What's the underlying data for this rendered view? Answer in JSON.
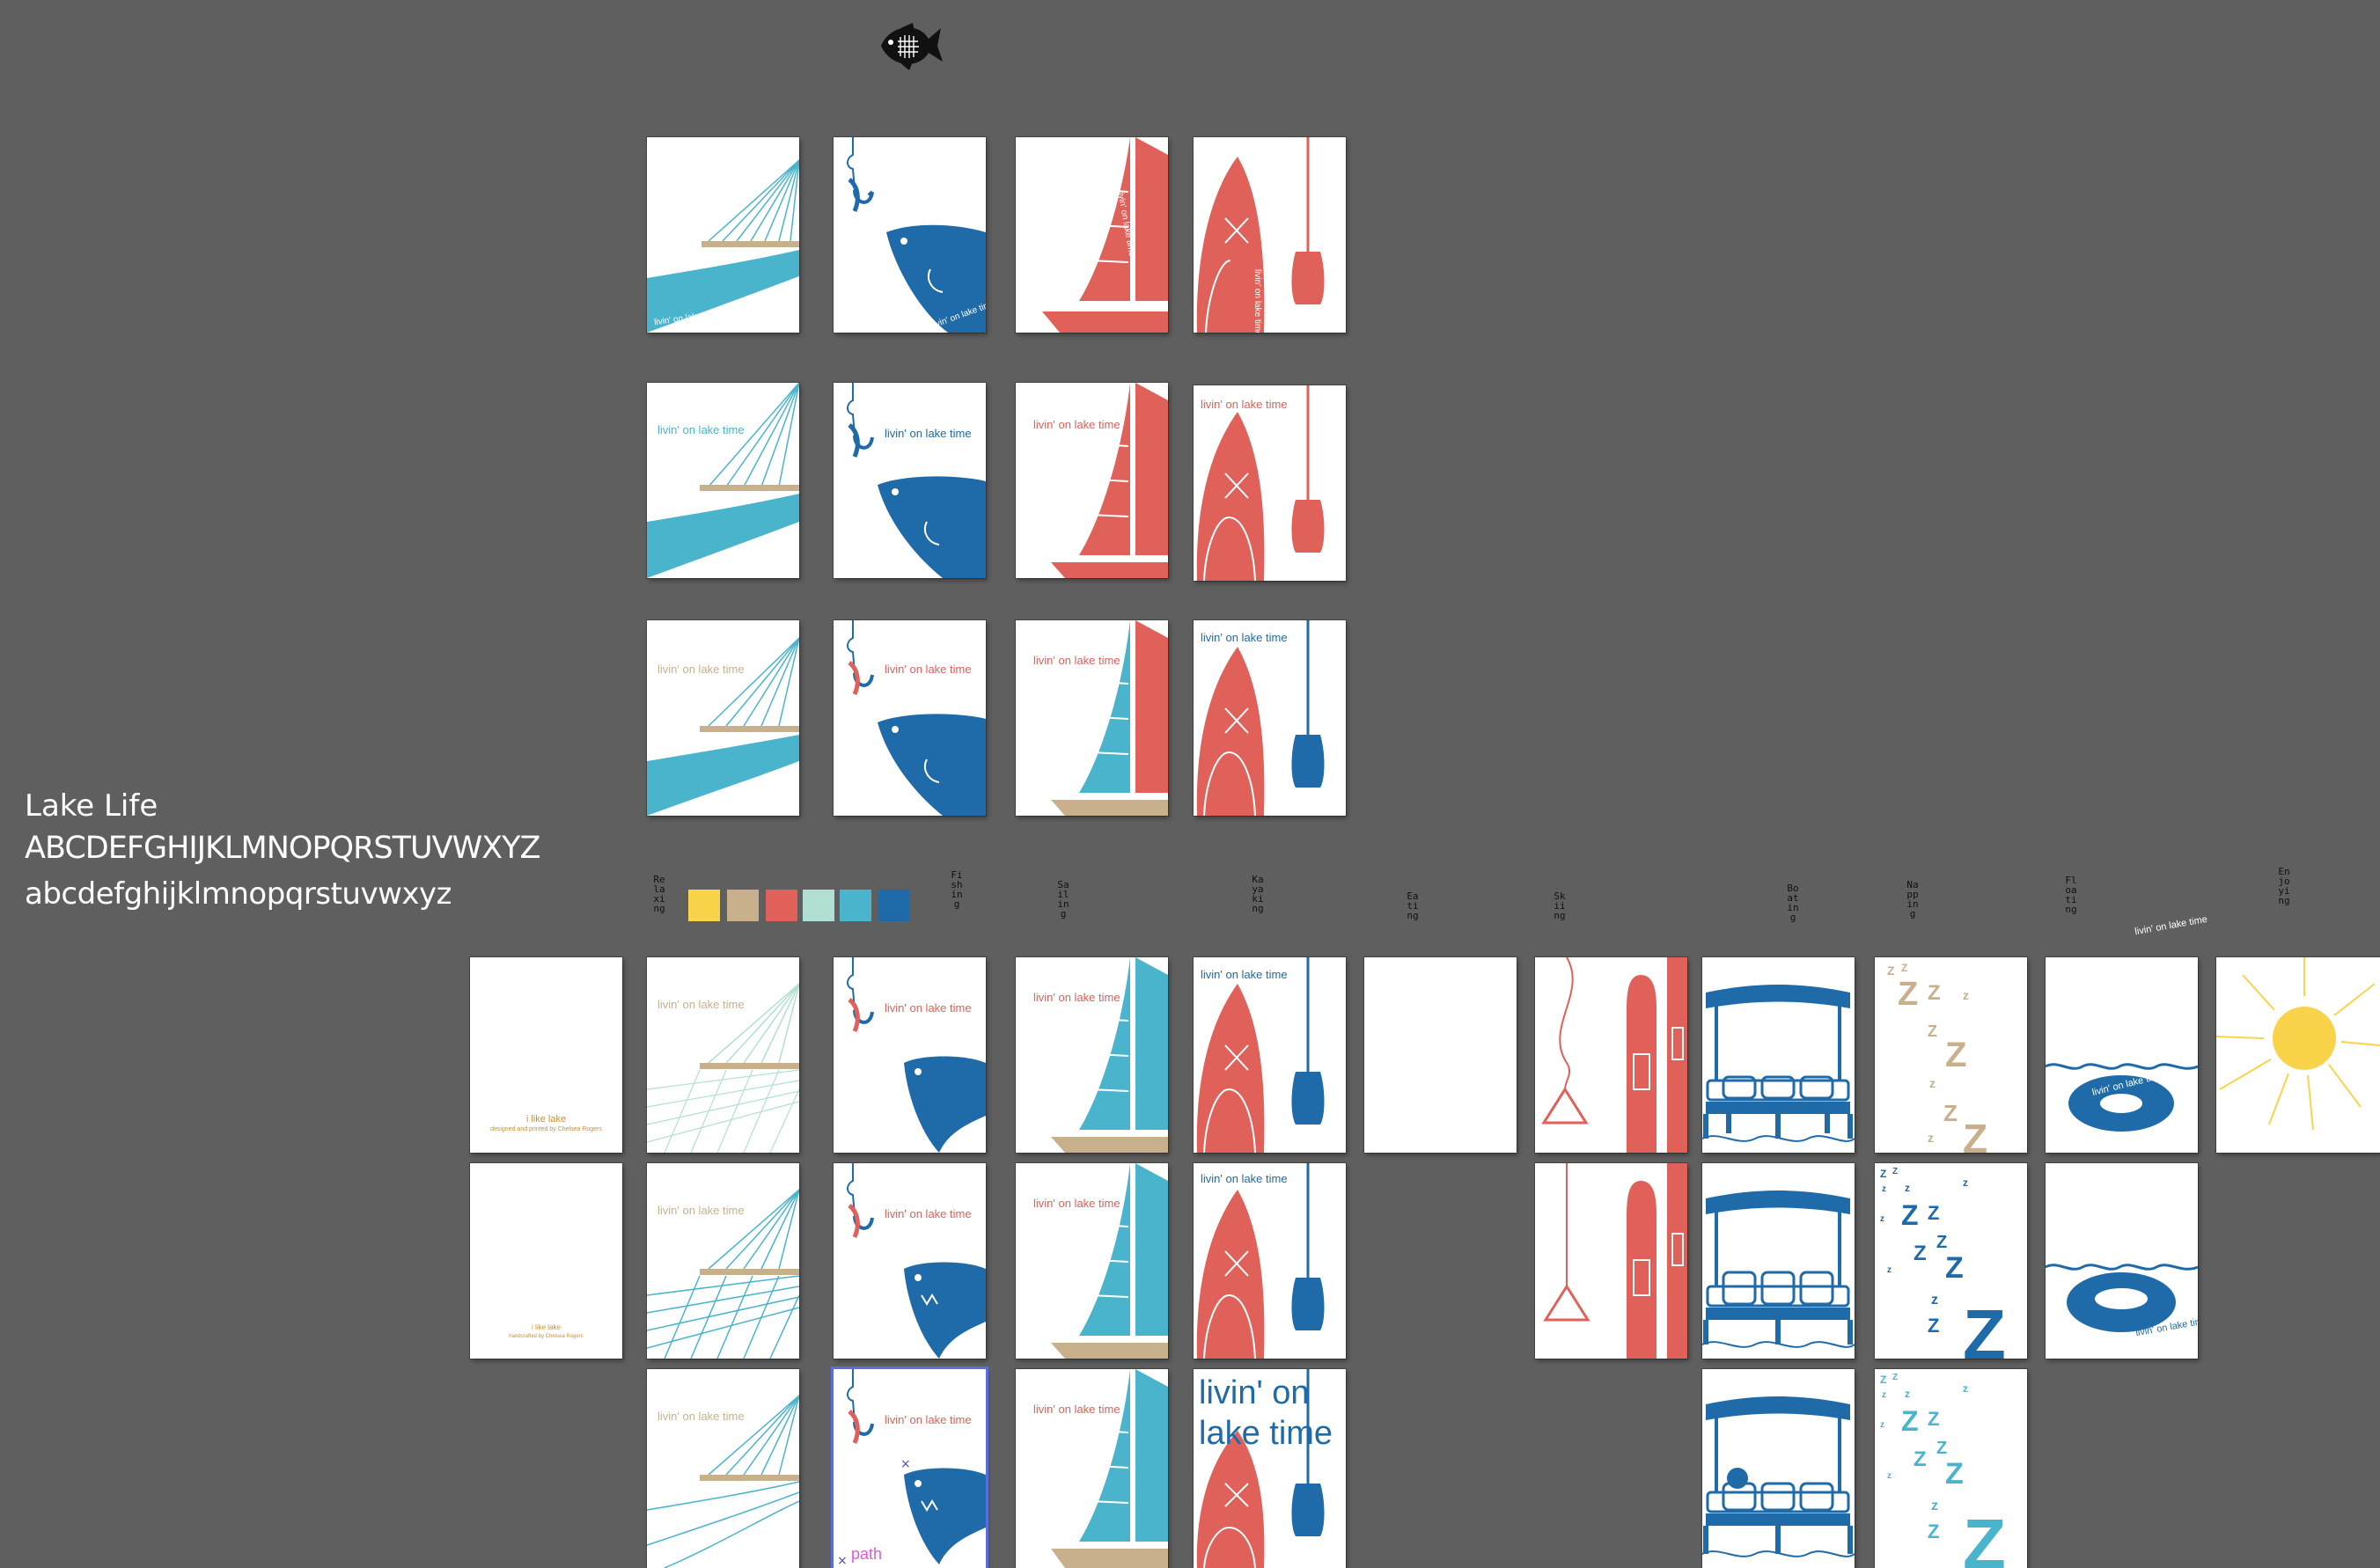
{
  "colors": {
    "canvas": "#5f5f5f",
    "yellow": "#f9d44b",
    "tan": "#c8b08d",
    "coral": "#e0605a",
    "mint": "#b2dfd3",
    "teal": "#4ab4cc",
    "blue": "#1f6aa8",
    "selection": "#5b6ee0"
  },
  "icons": {
    "logo": "fish-logo-icon"
  },
  "font_sample": {
    "name": "Lake Life",
    "uppercase": "ABCDEFGHIJKLMNOPQRSTUVWXYZ",
    "lowercase": "abcdefghijklmnopqrstuvwxyz"
  },
  "labels": {
    "relaxing": "Relaxing",
    "fishing": "Fishing",
    "sailing": "Sailing",
    "kayaking": "Kayaking",
    "eating": "Eating",
    "skiing": "Skiing",
    "boating": "Boating",
    "napping": "Napping",
    "floating": "Floating",
    "enjoying": "Enjoying"
  },
  "tagline": "livin' on lake time",
  "tagline_large_1": "livin' on",
  "tagline_large_2": "lake time",
  "back_card": {
    "title": "i like lake",
    "credit": "designed and printed by Chelsea Rogers",
    "credit_small": "handcrafted by Chelsea Rogers"
  },
  "editor": {
    "path_label": "path"
  },
  "swatches": [
    "#f9d44b",
    "#c8b08d",
    "#e0605a",
    "#b2dfd3",
    "#4ab4cc",
    "#1f6aa8"
  ]
}
